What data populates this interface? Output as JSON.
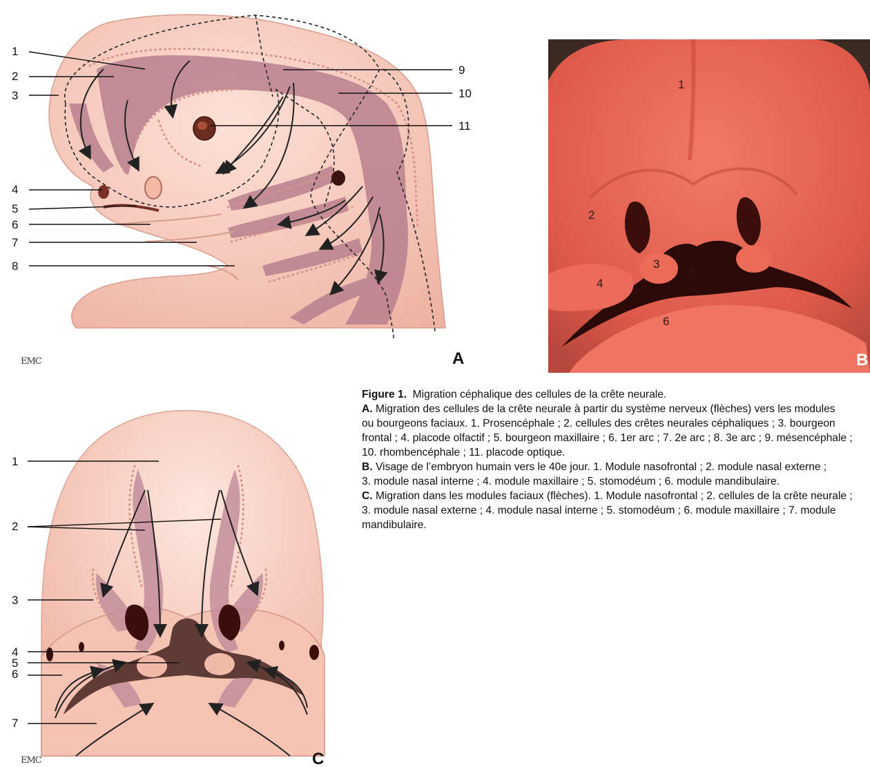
{
  "panel_a": {
    "letter": "A",
    "logo": "EMC",
    "labels_left": [
      "1",
      "2",
      "3",
      "4",
      "5",
      "6",
      "7",
      "8"
    ],
    "labels_right": [
      "9",
      "10",
      "11"
    ]
  },
  "panel_b": {
    "letter": "B",
    "labels": [
      "1",
      "2",
      "3",
      "4",
      "5",
      "6"
    ]
  },
  "panel_c": {
    "letter": "C",
    "logo": "EMC",
    "labels": [
      "1",
      "2",
      "3",
      "4",
      "5",
      "6",
      "7"
    ]
  },
  "caption": {
    "figure_label": "Figure 1.",
    "figure_title": "Migration céphalique des cellules de la crête neurale.",
    "a_label": "A.",
    "a_line1": "Migration des cellules de la crête neurale à partir du système nerveux (flèches) vers les modules",
    "a_line2": "ou bourgeons faciaux. 1. Prosencéphale ; 2. cellules des crêtes neurales céphaliques ; 3. bourgeon",
    "a_line3": "frontal ; 4. placode olfactif ; 5. bourgeon maxillaire ; 6. 1er arc ; 7. 2e arc ; 8. 3e arc ; 9. mésencéphale ;",
    "a_line4": "10. rhombencéphale ; 11. placode optique.",
    "b_label": "B.",
    "b_line1": "Visage de l’embryon humain vers le 40e jour. 1. Module nasofrontal ; 2. module nasal externe ;",
    "b_line2": "3. module nasal interne ; 4. module maxillaire ; 5. stomodéum ; 6. module mandibulaire.",
    "c_label": "C.",
    "c_line1": "Migration dans les modules faciaux (flèches). 1. Module nasofrontal ; 2. cellules de la crête neurale ;",
    "c_line2": "3. module nasal externe ; 4. module nasal interne ; 5. stomodéum ; 6. module maxillaire ; 7. module",
    "c_line3": "mandibulaire."
  }
}
